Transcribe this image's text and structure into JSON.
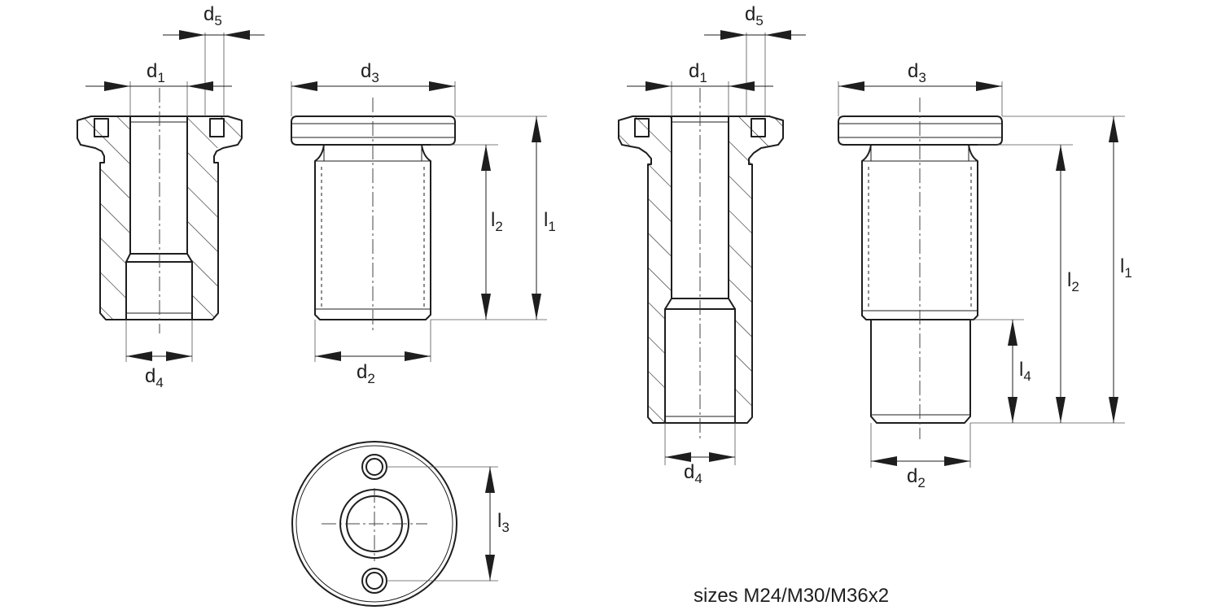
{
  "dimensions": {
    "d1": {
      "base": "d",
      "sub": "1"
    },
    "d2": {
      "base": "d",
      "sub": "2"
    },
    "d3": {
      "base": "d",
      "sub": "3"
    },
    "d4": {
      "base": "d",
      "sub": "4"
    },
    "d5": {
      "base": "d",
      "sub": "5"
    },
    "l1": {
      "base": "l",
      "sub": "1"
    },
    "l2": {
      "base": "l",
      "sub": "2"
    },
    "l3": {
      "base": "l",
      "sub": "3"
    },
    "l4": {
      "base": "l",
      "sub": "4"
    }
  },
  "caption": "sizes M24/M30/M36x2"
}
